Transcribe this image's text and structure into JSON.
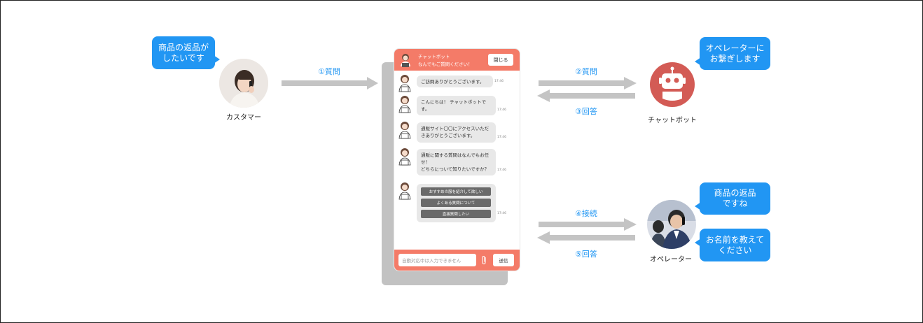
{
  "customer": {
    "label": "カスタマー",
    "bubble": "商品の返品が\nしたいです"
  },
  "chatbot": {
    "label": "チャットボット",
    "bubble": "オペレーターに\nお繋ぎします"
  },
  "operator": {
    "label": "オペレーター",
    "bubble1": "商品の返品\nですね",
    "bubble2": "お名前を教えて\nください"
  },
  "arrows": {
    "step1": "①質問",
    "step2": "②質問",
    "step3": "③回答",
    "step4": "④接続",
    "step5": "⑤回答"
  },
  "chat_window": {
    "header_title": "チャットボット",
    "header_subtitle": "なんでもご質問ください！",
    "close_label": "閉じる",
    "messages": [
      {
        "text": "ご訪問ありがとうございます。",
        "time": "17:46"
      },
      {
        "text": "こんにちは！ チャットボットで\nす。",
        "time": "17:46"
      },
      {
        "text": "通販サイト〇〇にアクセスいただ\nきありがとうございます。",
        "time": "17:46"
      },
      {
        "text": "通販に関する質問はなんでもお任\nせ！\nどちらについて知りたいですか？",
        "time": "17:46"
      }
    ],
    "options": [
      "おすすめの服を紹介して欲しい",
      "よくある質問について",
      "直接質問したい"
    ],
    "options_time": "17:46",
    "input_placeholder": "自動対応中は入力できません",
    "send_label": "送信"
  },
  "colors": {
    "bubble_blue": "#2196f3",
    "chat_coral": "#f47b68",
    "arrow_gray": "#c4c4c4",
    "robot_red": "#d35b55"
  }
}
